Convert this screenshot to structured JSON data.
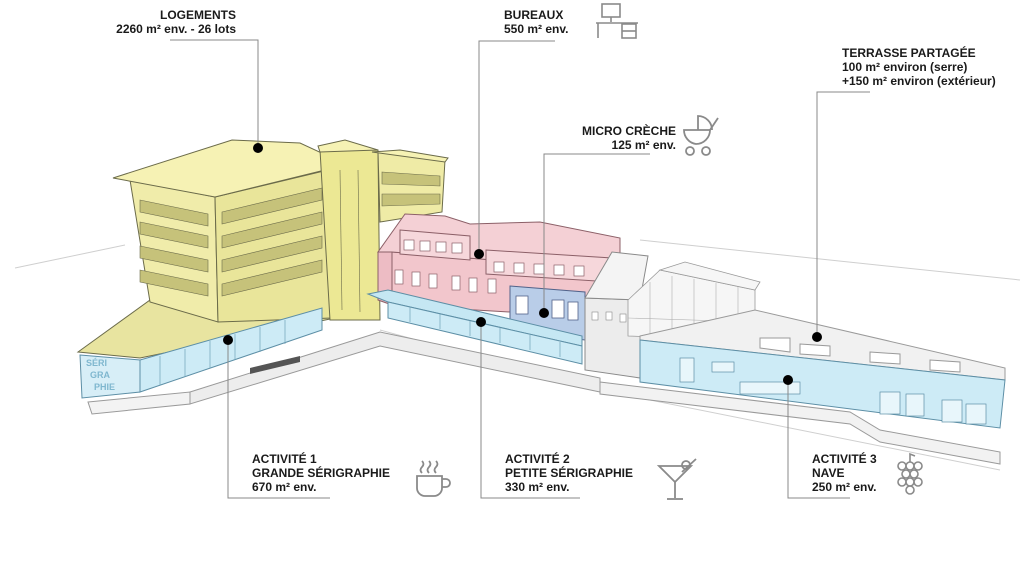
{
  "labels": {
    "logements": {
      "title": "LOGEMENTS",
      "line1": "2260 m² env. - 26 lots"
    },
    "bureaux": {
      "title": "BUREAUX",
      "line1": "550 m² env."
    },
    "terrasse": {
      "title": "TERRASSE PARTAGÉE",
      "line1": "100 m² environ (serre)",
      "line2": "+150 m² environ (extérieur)"
    },
    "creche": {
      "title": "MICRO CRÈCHE",
      "line1": "125 m² env."
    },
    "activite1": {
      "title": "ACTIVITÉ 1",
      "line1": "GRANDE SÉRIGRAPHIE",
      "line2": "670 m² env."
    },
    "activite2": {
      "title": "ACTIVITÉ 2",
      "line1": "PETITE SÉRIGRAPHIE",
      "line2": "330 m² env."
    },
    "activite3": {
      "title": "ACTIVITÉ 3",
      "line1": "NAVE",
      "line2": "250 m² env."
    }
  },
  "signage": {
    "line1": "SÉRI",
    "line2": "GRA",
    "line3": "PHIE"
  },
  "icons": {
    "bureaux": "desk-icon",
    "creche": "stroller-icon",
    "activite1": "coffee-cup-icon",
    "activite2": "cocktail-glass-icon",
    "activite3": "grapes-icon"
  },
  "colors": {
    "logements": "#f3efa6",
    "bureaux": "#f2c6cc",
    "creche": "#b9cde8",
    "activites": "#cdebf6",
    "terrasse": "#f1f1f1",
    "leader": "#888888",
    "marker": "#000000"
  }
}
